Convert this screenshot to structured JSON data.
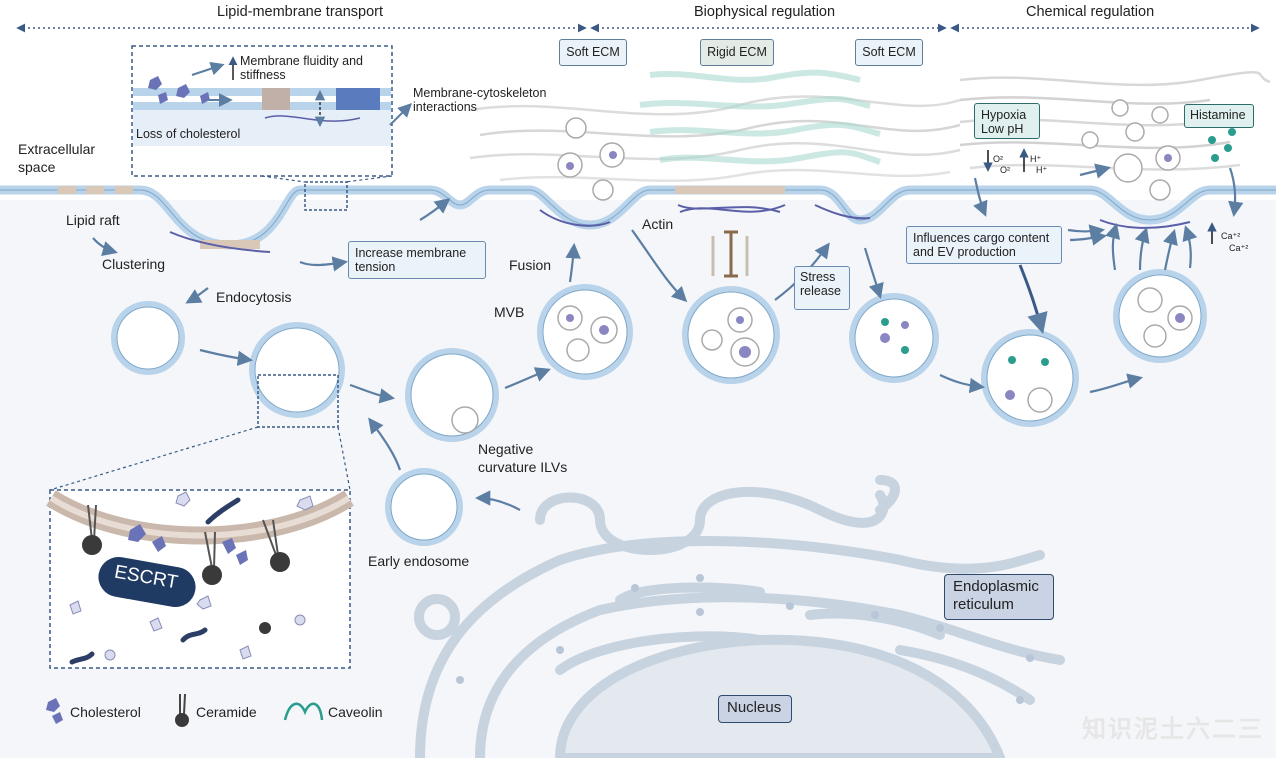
{
  "headers": {
    "lipid_transport": "Lipid-membrane transport",
    "biophysical": "Biophysical regulation",
    "chemical": "Chemical regulation"
  },
  "ecm": {
    "soft_left": "Soft ECM",
    "rigid": "Rigid ECM",
    "soft_right": "Soft ECM"
  },
  "labels": {
    "extracellular_space": "Extracellular space",
    "membrane_fluidity": "Membrane fluidity and stiffness",
    "loss_cholesterol": "Loss of cholesterol",
    "membrane_cytoskeleton": "Membrane-cytoskeleton interactions",
    "lipid_raft": "Lipid raft",
    "clustering": "Clustering",
    "endocytosis": "Endocytosis",
    "increase_tension": "Increase membrane tension",
    "fusion": "Fusion",
    "mvb": "MVB",
    "actin": "Actin",
    "stress_release": "Stress release",
    "negative_curvature": "Negative curvature ILVs",
    "early_endosome": "Early endosome",
    "escrt": "ESCRT",
    "hypoxia": "Hypoxia Low pH",
    "histamine": "Histamine",
    "influences": "Influences cargo content and EV production",
    "er": "Endoplasmic reticulum",
    "nucleus": "Nucleus",
    "o2_a": "O²",
    "o2_b": "O²",
    "h_a": "H⁺",
    "h_b": "H⁺",
    "ca_a": "Ca⁺²",
    "ca_b": "Ca⁺²"
  },
  "legend": {
    "cholesterol": "Cholesterol",
    "ceramide": "Ceramide",
    "caveolin": "Caveolin"
  },
  "watermark": "知识泥土六二三",
  "colors": {
    "membrane": "#b8d3ea",
    "raft": "#d9c7b8",
    "cholesterol": "#6b73b8",
    "ceramide": "#333333",
    "caveolin": "#2a9d8f",
    "box_fill": "#eaf2fa",
    "box_border": "#6a8bb0",
    "arrow": "#5d7ea3"
  }
}
